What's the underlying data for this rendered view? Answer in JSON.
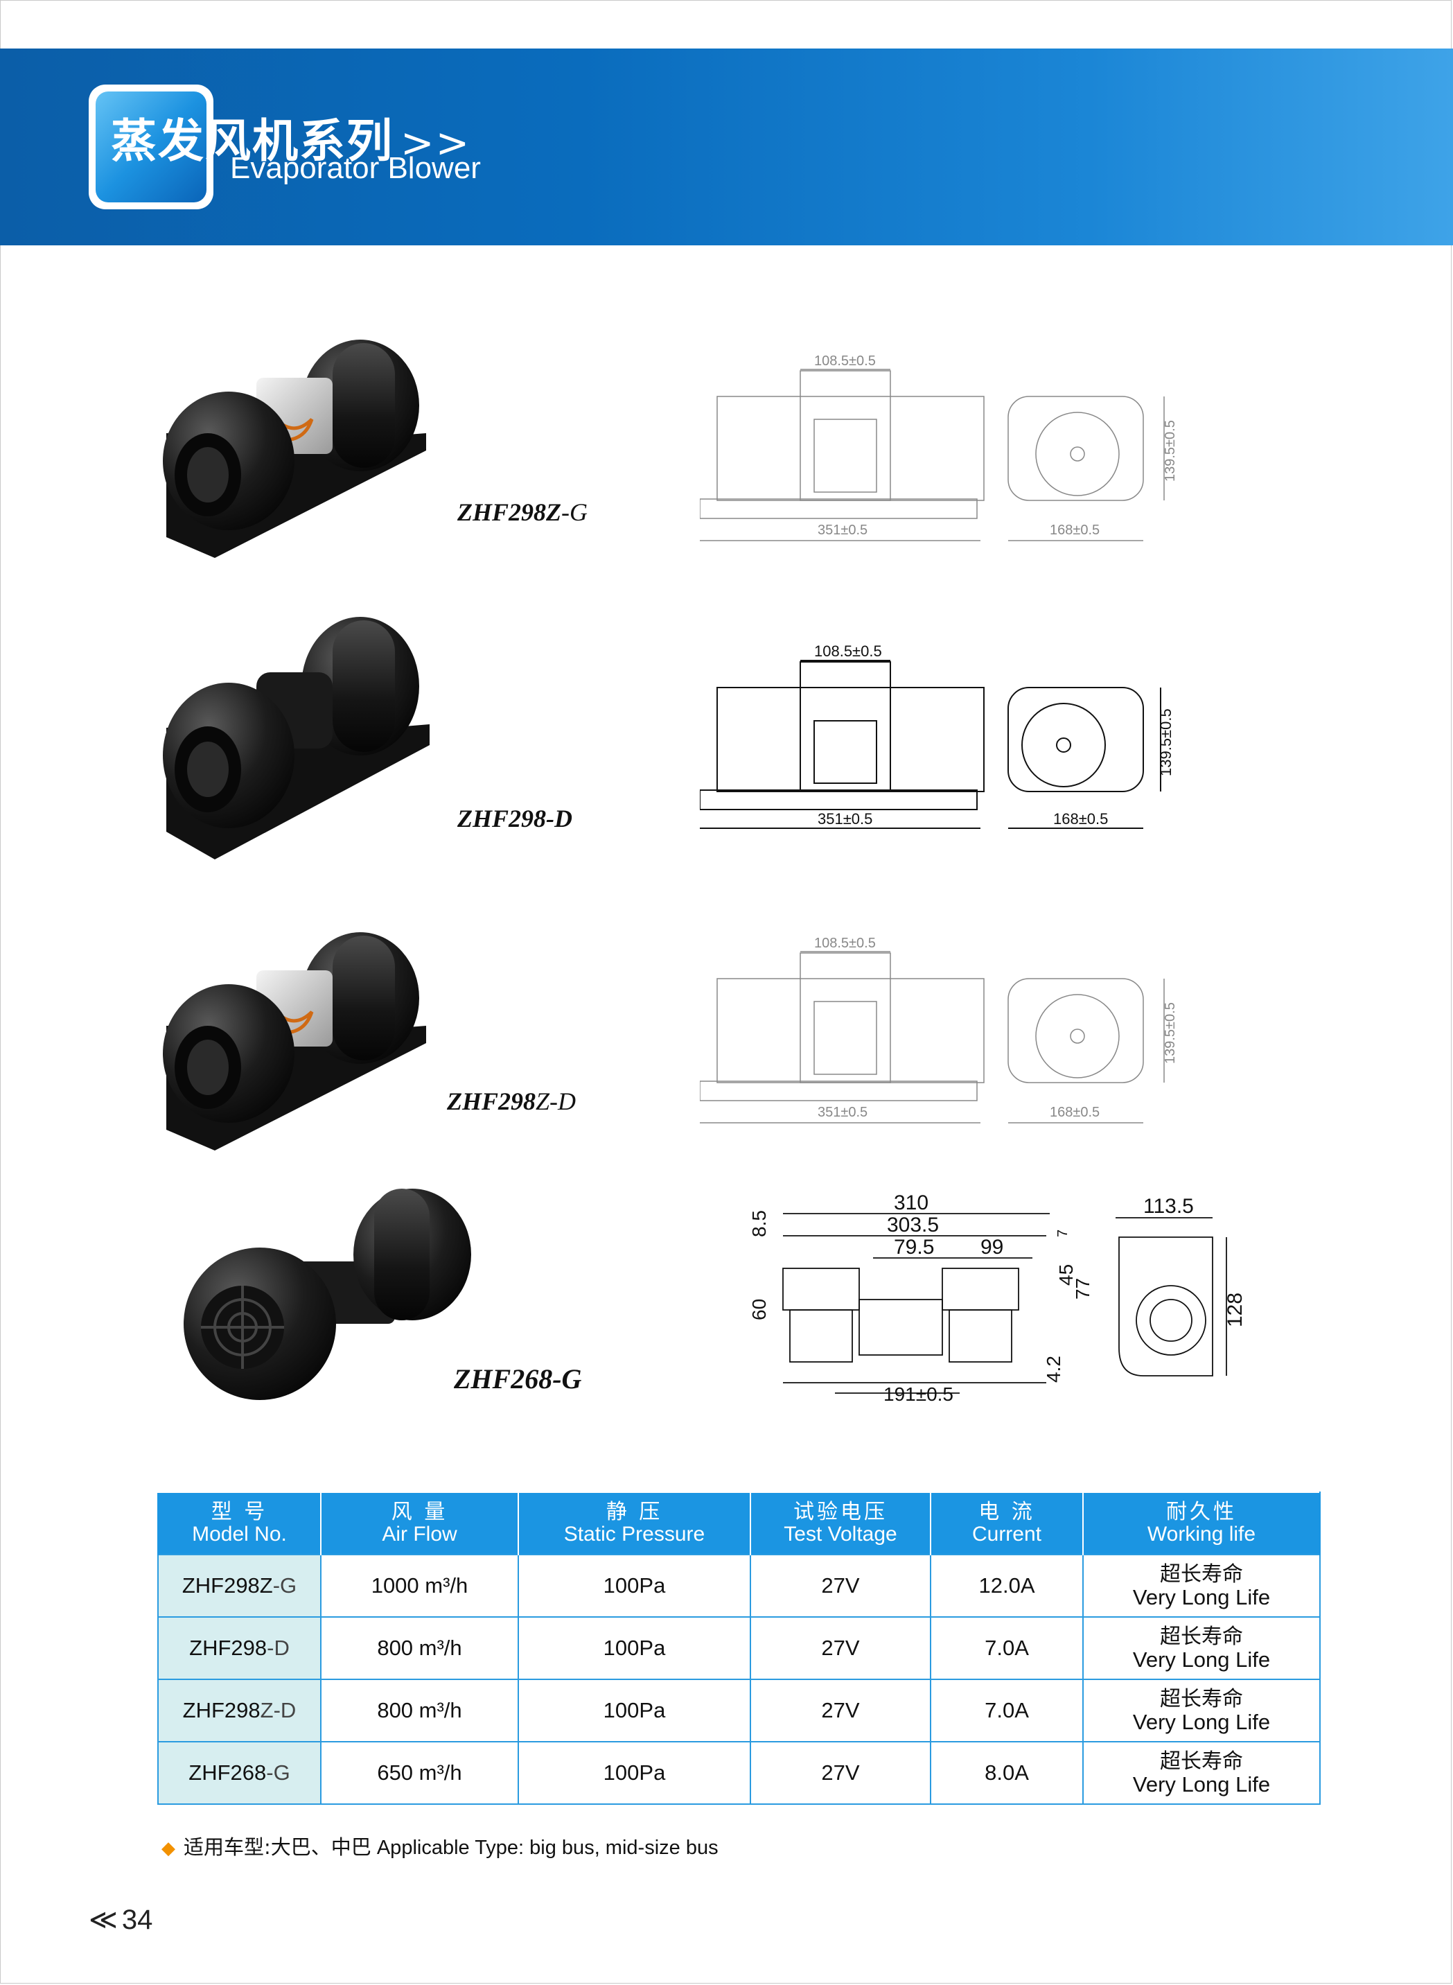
{
  "header": {
    "title_cn": "蒸发风机系列",
    "title_arrow": ">>",
    "title_en": "Evaporator Blower"
  },
  "products": [
    {
      "model_main": "ZHF298Z",
      "model_suffix": "-G",
      "photo_icon": "twin-blower-open-motor-photo",
      "dims": {
        "top": "108.5±0.5",
        "length": "351±0.5",
        "depth": "168±0.5",
        "height": "139.5±0.5"
      }
    },
    {
      "model_main": "ZHF298",
      "model_suffix": "-D",
      "photo_icon": "twin-blower-enclosed-motor-photo",
      "dims": {
        "top": "108.5±0.5",
        "length": "351±0.5",
        "depth": "168±0.5",
        "height": "139.5±0.5"
      }
    },
    {
      "model_main": "ZHF298",
      "model_suffix": "Z-D",
      "photo_icon": "twin-blower-open-motor-photo",
      "dims": {
        "top": "108.5±0.5",
        "length": "351±0.5",
        "depth": "168±0.5",
        "height": "139.5±0.5"
      }
    },
    {
      "model_main": "ZHF268",
      "model_suffix": "-G",
      "photo_icon": "twin-blower-shaft-photo",
      "dims": {
        "overall": "310",
        "inner": "303.5",
        "left_span": "79.5",
        "right_span": "99",
        "top_offset": "8.5",
        "left_height": "60",
        "right_top": "7",
        "right_mid": "45",
        "right_total": "77",
        "bottom_offset": "4.2",
        "base": "191±0.5",
        "side_width": "113.5",
        "side_height": "128"
      }
    }
  ],
  "table": {
    "headers": [
      {
        "cn": "型 号",
        "en": "Model No."
      },
      {
        "cn": "风 量",
        "en": "Air Flow"
      },
      {
        "cn": "静 压",
        "en": "Static Pressure"
      },
      {
        "cn": "试验电压",
        "en": "Test Voltage"
      },
      {
        "cn": "电 流",
        "en": "Current"
      },
      {
        "cn": "耐久性",
        "en": "Working life"
      }
    ],
    "rows": [
      {
        "model_main": "ZHF298Z",
        "model_suffix": "-G",
        "air_flow": "1000 m³/h",
        "static_pressure": "100Pa",
        "voltage": "27V",
        "current": "12.0A",
        "life_cn": "超长寿命",
        "life_en": "Very Long Life"
      },
      {
        "model_main": "ZHF298",
        "model_suffix": "-D",
        "air_flow": "800 m³/h",
        "static_pressure": "100Pa",
        "voltage": "27V",
        "current": "7.0A",
        "life_cn": "超长寿命",
        "life_en": "Very Long Life"
      },
      {
        "model_main": "ZHF298",
        "model_suffix": "Z-D",
        "air_flow": "800 m³/h",
        "static_pressure": "100Pa",
        "voltage": "27V",
        "current": "7.0A",
        "life_cn": "超长寿命",
        "life_en": "Very Long Life"
      },
      {
        "model_main": "ZHF268",
        "model_suffix": "-G",
        "air_flow": "650 m³/h",
        "static_pressure": "100Pa",
        "voltage": "27V",
        "current": "8.0A",
        "life_cn": "超长寿命",
        "life_en": "Very Long Life"
      }
    ]
  },
  "footer": {
    "applicable_cn": "适用车型:大巴、中巴",
    "applicable_en": "Applicable Type: big bus, mid-size bus",
    "page_chevron": "≪",
    "page_number": "34"
  },
  "colors": {
    "header_blue": "#0a6cbd",
    "table_header": "#1b95e2",
    "model_cell": "#d7eef0",
    "bullet": "#f29100"
  }
}
